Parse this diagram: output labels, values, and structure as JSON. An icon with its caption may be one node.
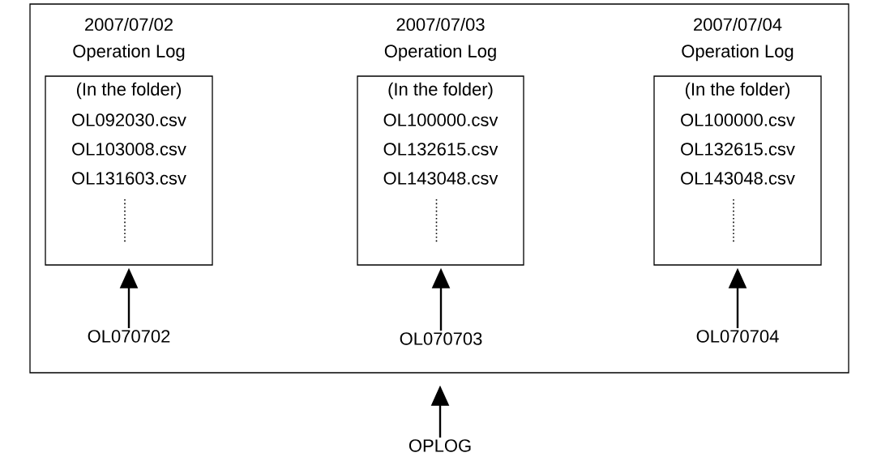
{
  "diagram": {
    "nodes": [
      {
        "text": [],
        "shape": "box"
      },
      {
        "text": [
          "2007/07/02",
          "Operation Log",
          "(In the folder)",
          "OL092030.csv",
          "OL103008.csv",
          "OL131603.csv"
        ],
        "in": 0
      },
      {
        "text": [
          "OL070702"
        ],
        "in": 0
      },
      {
        "text": [
          "2007/07/03",
          "Operation Log",
          "(In the folder)",
          "OL100000.csv",
          "OL132615.csv",
          "OL143048.csv"
        ],
        "in": 0
      },
      {
        "text": [
          "OL070703"
        ],
        "in": 0
      },
      {
        "text": [
          "2007/07/04",
          "Operation Log",
          "(In the folder)",
          "OL100000.csv",
          "OL132615.csv",
          "OL143048.csv"
        ],
        "in": 0
      },
      {
        "text": [
          "OL070704"
        ],
        "in": 0
      },
      {
        "text": [
          "OPLOG"
        ]
      }
    ],
    "edges": [
      {
        "from": 2,
        "to": 1,
        "arrow": "to"
      },
      {
        "from": 4,
        "to": 3,
        "arrow": "to"
      },
      {
        "from": 6,
        "to": 5,
        "arrow": "to"
      },
      {
        "from": 7,
        "to": 0,
        "arrow": "to"
      }
    ]
  }
}
